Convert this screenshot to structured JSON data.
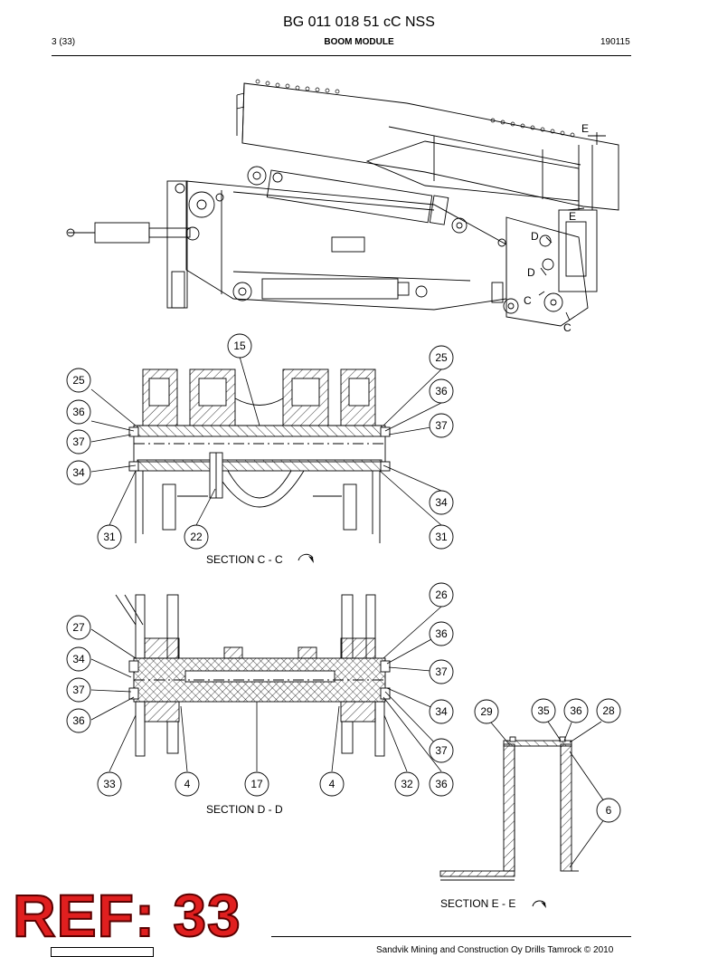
{
  "header": {
    "title": "BG 011 018 51 cC NSS",
    "page": "3 (33)",
    "module": "BOOM MODULE",
    "date": "190115"
  },
  "overview": {
    "markers": [
      "E",
      "E",
      "D",
      "D",
      "C",
      "C"
    ]
  },
  "section_cc": {
    "title": "SECTION C - C",
    "callouts": [
      "15",
      "25",
      "25",
      "36",
      "36",
      "37",
      "37",
      "34",
      "34",
      "31",
      "22",
      "31"
    ]
  },
  "section_dd": {
    "title": "SECTION D - D",
    "callouts": [
      "26",
      "27",
      "36",
      "34",
      "37",
      "37",
      "34",
      "36",
      "37",
      "33",
      "4",
      "17",
      "4",
      "32",
      "36"
    ]
  },
  "section_ee": {
    "title": "SECTION E - E",
    "callouts": [
      "29",
      "35",
      "36",
      "28",
      "6"
    ]
  },
  "stamp": {
    "text": "REF: 33",
    "color": "#e01f1f"
  },
  "footer": {
    "copyright": "Sandvik Mining and Construction Oy Drills Tamrock © 2010"
  }
}
